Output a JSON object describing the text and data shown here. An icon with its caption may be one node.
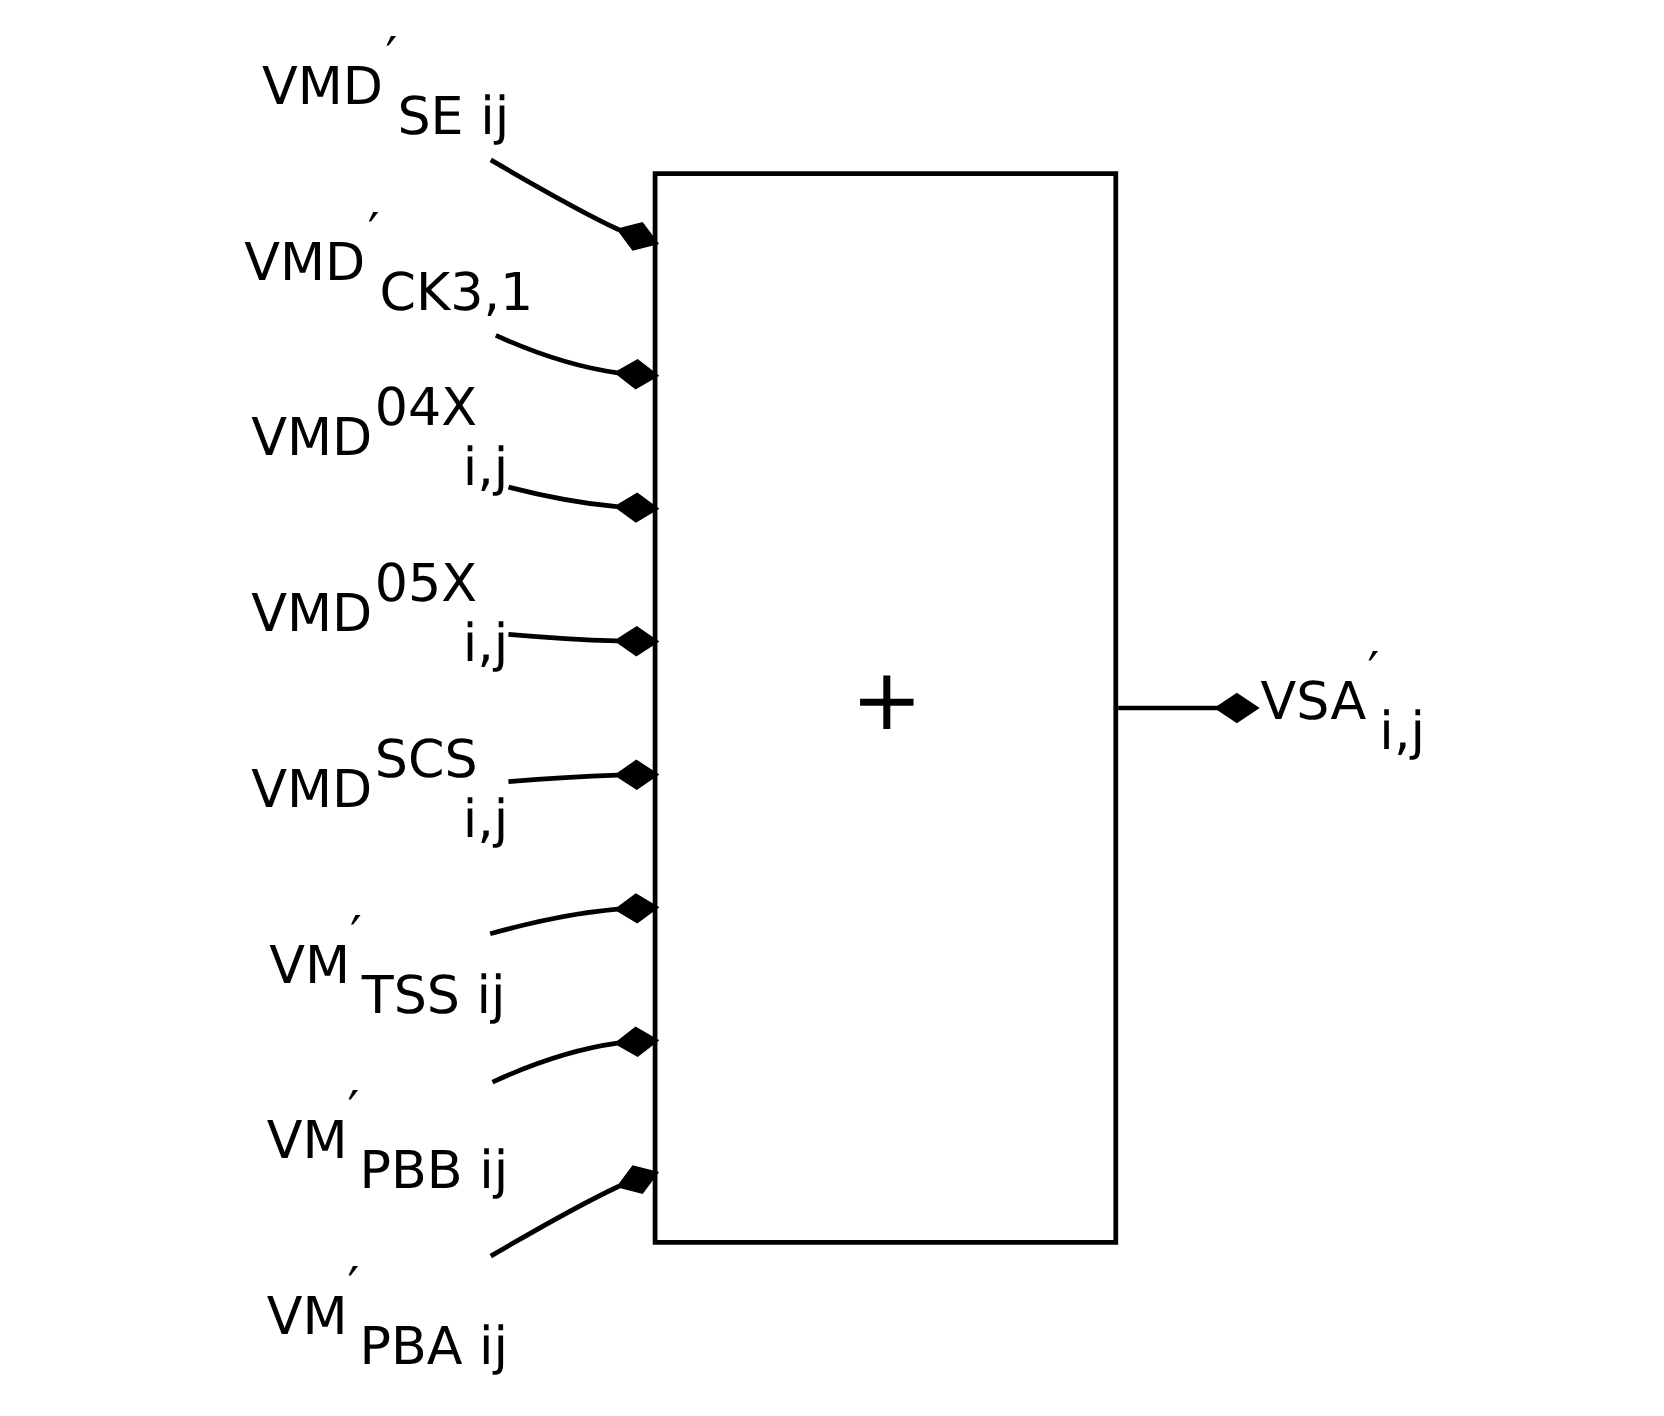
{
  "diagram": {
    "nodes": [
      {
        "text": [
          "VMD$^{′}$$_{SE ij}$"
        ]
      },
      {
        "text": [
          "VMD$^{′}$$_{CK3,1}$"
        ]
      },
      {
        "text": [
          "VMD$^{04X}$$_{i,j}$"
        ]
      },
      {
        "text": [
          "VMD$^{05X}$$_{i,j}$"
        ]
      },
      {
        "text": [
          "VMD$^{SCS}$$_{i,j}$"
        ]
      },
      {
        "text": [
          "VM$^{′}$$_{TSS ij}$"
        ]
      },
      {
        "text": [
          "VM$^{′}$$_{PBB ij}$"
        ]
      },
      {
        "text": [
          "VM$^{′}$$_{PBA ij}$"
        ]
      },
      {
        "text": [
          "+"
        ]
      },
      {
        "text": [
          "VSA$^{′}$$_{i,j}$"
        ]
      }
    ],
    "edges": [
      {
        "from": 0,
        "to": 8,
        "arrow": "other"
      },
      {
        "from": 1,
        "to": 8,
        "arrow": "other"
      },
      {
        "from": 2,
        "to": 8,
        "arrow": "other"
      },
      {
        "from": 3,
        "to": 8,
        "arrow": "other"
      },
      {
        "from": 4,
        "to": 8,
        "arrow": "other"
      },
      {
        "from": 5,
        "to": 8,
        "arrow": "other"
      },
      {
        "from": 6,
        "to": 8,
        "arrow": "other"
      },
      {
        "from": 7,
        "to": 8,
        "arrow": "other"
      },
      {
        "from": 8,
        "to": 9,
        "arrow": "other"
      }
    ]
  }
}
